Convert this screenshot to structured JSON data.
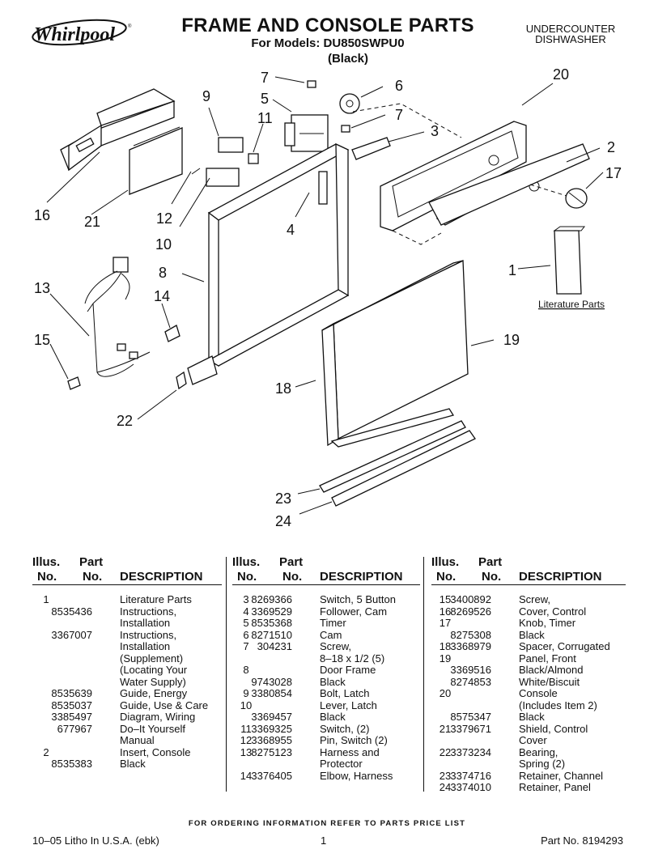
{
  "brand": "Whirlpool",
  "title": "FRAME AND CONSOLE PARTS",
  "models_line": "For Models: DU850SWPU0",
  "variant": "(Black)",
  "product_type": [
    "UNDERCOUNTER",
    "DISHWASHER"
  ],
  "diagram": {
    "callouts": [
      "1",
      "2",
      "3",
      "4",
      "5",
      "6",
      "7",
      "7",
      "8",
      "9",
      "10",
      "11",
      "12",
      "13",
      "14",
      "15",
      "16",
      "17",
      "18",
      "19",
      "20",
      "21",
      "22",
      "23",
      "24"
    ],
    "literature_label": "Literature Parts"
  },
  "table_headers": {
    "illus_top": "Illus.",
    "illus_bottom": "No.",
    "part_top": "Part",
    "part_bottom": "No.",
    "description": "DESCRIPTION"
  },
  "columns": [
    {
      "rows": [
        {
          "ill": "1",
          "part": "",
          "desc": "Literature Parts"
        },
        {
          "ill": "",
          "part": "8535436",
          "desc": "Instructions,"
        },
        {
          "ill": "",
          "part": "",
          "desc": "Installation"
        },
        {
          "ill": "",
          "part": "3367007",
          "desc": "Instructions,"
        },
        {
          "ill": "",
          "part": "",
          "desc": "Installation"
        },
        {
          "ill": "",
          "part": "",
          "desc": "(Supplement)"
        },
        {
          "ill": "",
          "part": "",
          "desc": "(Locating Your"
        },
        {
          "ill": "",
          "part": "",
          "desc": "Water Supply)"
        },
        {
          "ill": "",
          "part": "8535639",
          "desc": "Guide, Energy"
        },
        {
          "ill": "",
          "part": "8535037",
          "desc": "Guide, Use & Care"
        },
        {
          "ill": "",
          "part": "3385497",
          "desc": "Diagram, Wiring"
        },
        {
          "ill": "",
          "part": "677967",
          "desc": "Do–It Yourself"
        },
        {
          "ill": "",
          "part": "",
          "desc": "Manual"
        },
        {
          "ill": "2",
          "part": "",
          "desc": "Insert, Console"
        },
        {
          "ill": "",
          "part": "8535383",
          "desc": "Black"
        }
      ]
    },
    {
      "rows": [
        {
          "ill": "3",
          "part": "8269366",
          "desc": "Switch, 5 Button"
        },
        {
          "ill": "4",
          "part": "3369529",
          "desc": "Follower, Cam"
        },
        {
          "ill": "5",
          "part": "8535368",
          "desc": "Timer"
        },
        {
          "ill": "6",
          "part": "8271510",
          "desc": "Cam"
        },
        {
          "ill": "7",
          "part": "304231",
          "desc": "Screw,"
        },
        {
          "ill": "",
          "part": "",
          "desc": "8–18 x 1/2 (5)"
        },
        {
          "ill": "8",
          "part": "",
          "desc": "Door Frame"
        },
        {
          "ill": "",
          "part": "9743028",
          "desc": "Black"
        },
        {
          "ill": "9",
          "part": "3380854",
          "desc": "Bolt, Latch"
        },
        {
          "ill": "10",
          "part": "",
          "desc": "Lever, Latch"
        },
        {
          "ill": "",
          "part": "3369457",
          "desc": "Black"
        },
        {
          "ill": "11",
          "part": "3369325",
          "desc": "Switch, (2)"
        },
        {
          "ill": "12",
          "part": "3368955",
          "desc": "Pin, Switch (2)"
        },
        {
          "ill": "13",
          "part": "8275123",
          "desc": "Harness and"
        },
        {
          "ill": "",
          "part": "",
          "desc": "Protector"
        },
        {
          "ill": "14",
          "part": "3376405",
          "desc": "Elbow, Harness"
        }
      ]
    },
    {
      "rows": [
        {
          "ill": "15",
          "part": "3400892",
          "desc": "Screw,"
        },
        {
          "ill": "16",
          "part": "8269526",
          "desc": "Cover, Control"
        },
        {
          "ill": "17",
          "part": "",
          "desc": "Knob, Timer"
        },
        {
          "ill": "",
          "part": "8275308",
          "desc": "Black"
        },
        {
          "ill": "18",
          "part": "3368979",
          "desc": "Spacer, Corrugated"
        },
        {
          "ill": "19",
          "part": "",
          "desc": "Panel, Front"
        },
        {
          "ill": "",
          "part": "3369516",
          "desc": "Black/Almond"
        },
        {
          "ill": "",
          "part": "8274853",
          "desc": "White/Biscuit"
        },
        {
          "ill": "20",
          "part": "",
          "desc": "Console"
        },
        {
          "ill": "",
          "part": "",
          "desc": "(Includes Item 2)"
        },
        {
          "ill": "",
          "part": "8575347",
          "desc": "Black"
        },
        {
          "ill": "21",
          "part": "3379671",
          "desc": "Shield, Control"
        },
        {
          "ill": "",
          "part": "",
          "desc": "Cover"
        },
        {
          "ill": "22",
          "part": "3373234",
          "desc": "Bearing,"
        },
        {
          "ill": "",
          "part": "",
          "desc": "Spring (2)"
        },
        {
          "ill": "23",
          "part": "3374716",
          "desc": "Retainer, Channel"
        },
        {
          "ill": "24",
          "part": "3374010",
          "desc": "Retainer, Panel"
        }
      ]
    }
  ],
  "footer": {
    "order_note": "FOR ORDERING INFORMATION REFER TO PARTS PRICE LIST",
    "litho": "10–05 Litho In U.S.A. (ebk)",
    "page": "1",
    "part_no": "Part No. 8194293"
  }
}
